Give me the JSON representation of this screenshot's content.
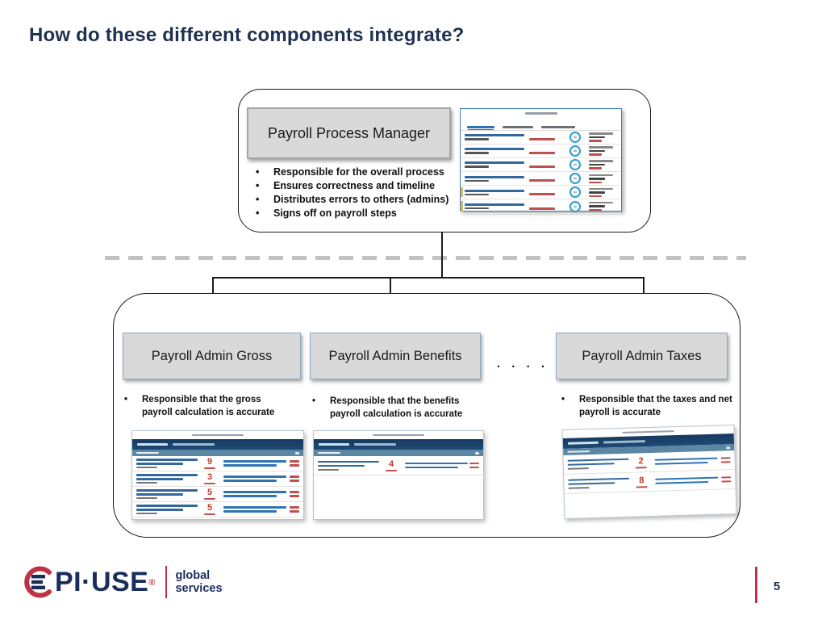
{
  "slide": {
    "title": "How do these different components integrate?",
    "page_number": "5"
  },
  "logo": {
    "brand_suffix": "PI·USE",
    "registered": "®",
    "tagline_line1": "global",
    "tagline_line2": "services"
  },
  "top_group": {
    "box_label": "Payroll Process Manager",
    "bullets": [
      "Responsible for the overall process",
      "Ensures correctness and timeline",
      "Distributes errors to others (admins)",
      "Signs off on payroll steps"
    ],
    "screenshot": {
      "row_count": 6,
      "tab_count": 3,
      "accent_rows": [
        4,
        5
      ]
    }
  },
  "bottom_group": {
    "dots": ". . . .",
    "admins": [
      {
        "label": "Payroll Admin Gross",
        "bullet": "Responsible that the gross payroll calculation is accurate",
        "error_counts": [
          "9",
          "3",
          "5",
          "5"
        ]
      },
      {
        "label": "Payroll Admin Benefits",
        "bullet": "Responsible that the benefits payroll calculation is accurate",
        "error_counts": [
          "4"
        ]
      },
      {
        "label": "Payroll Admin Taxes",
        "bullet": "Responsible that the taxes and net payroll is accurate",
        "error_counts": [
          "2",
          "8"
        ]
      }
    ]
  },
  "colors": {
    "title_navy": "#1f3150",
    "logo_navy": "#1b2d5b",
    "logo_red": "#c13145",
    "page_bar_red": "#c0334f",
    "box_gray": "#d9d9d9",
    "admin_box_border": "#8aa8c8",
    "screenshot_border": "#3a7fae",
    "error_red": "#c0392b",
    "link_blue": "#2e74b5",
    "nav_navy": "#16395f",
    "sub_bar_blue": "#5b87a5",
    "dash_gray": "#c2c2c2"
  }
}
